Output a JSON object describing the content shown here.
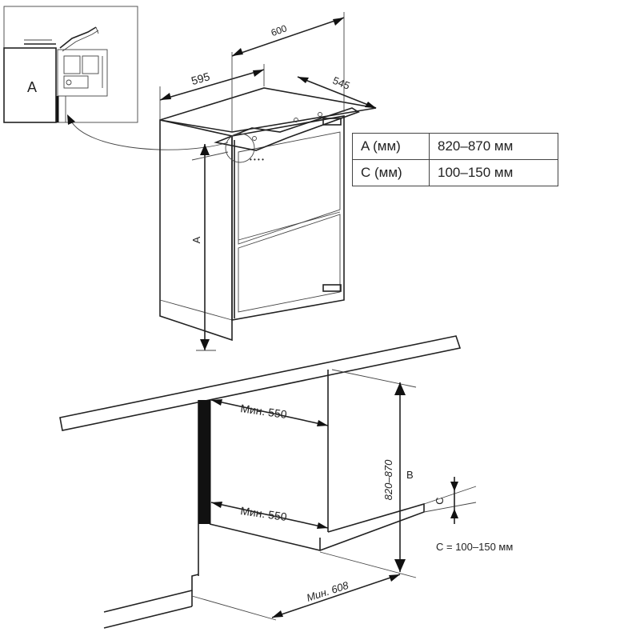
{
  "inset": {
    "label": "A"
  },
  "appliance": {
    "dim_width": "595",
    "dim_depth_top": "600",
    "dim_depth_side": "545",
    "dim_height": "A"
  },
  "spec_table": [
    {
      "key": "A (мм)",
      "value": "820–870 мм"
    },
    {
      "key": "C (мм)",
      "value": "100–150 мм"
    }
  ],
  "niche": {
    "min_upper": "Мин. 550",
    "min_lower": "Мин. 550",
    "min_floor": "Мин. 608",
    "height_range": "820–870",
    "label_b": "B",
    "label_c": "C",
    "c_note": "C = 100–150 мм"
  }
}
